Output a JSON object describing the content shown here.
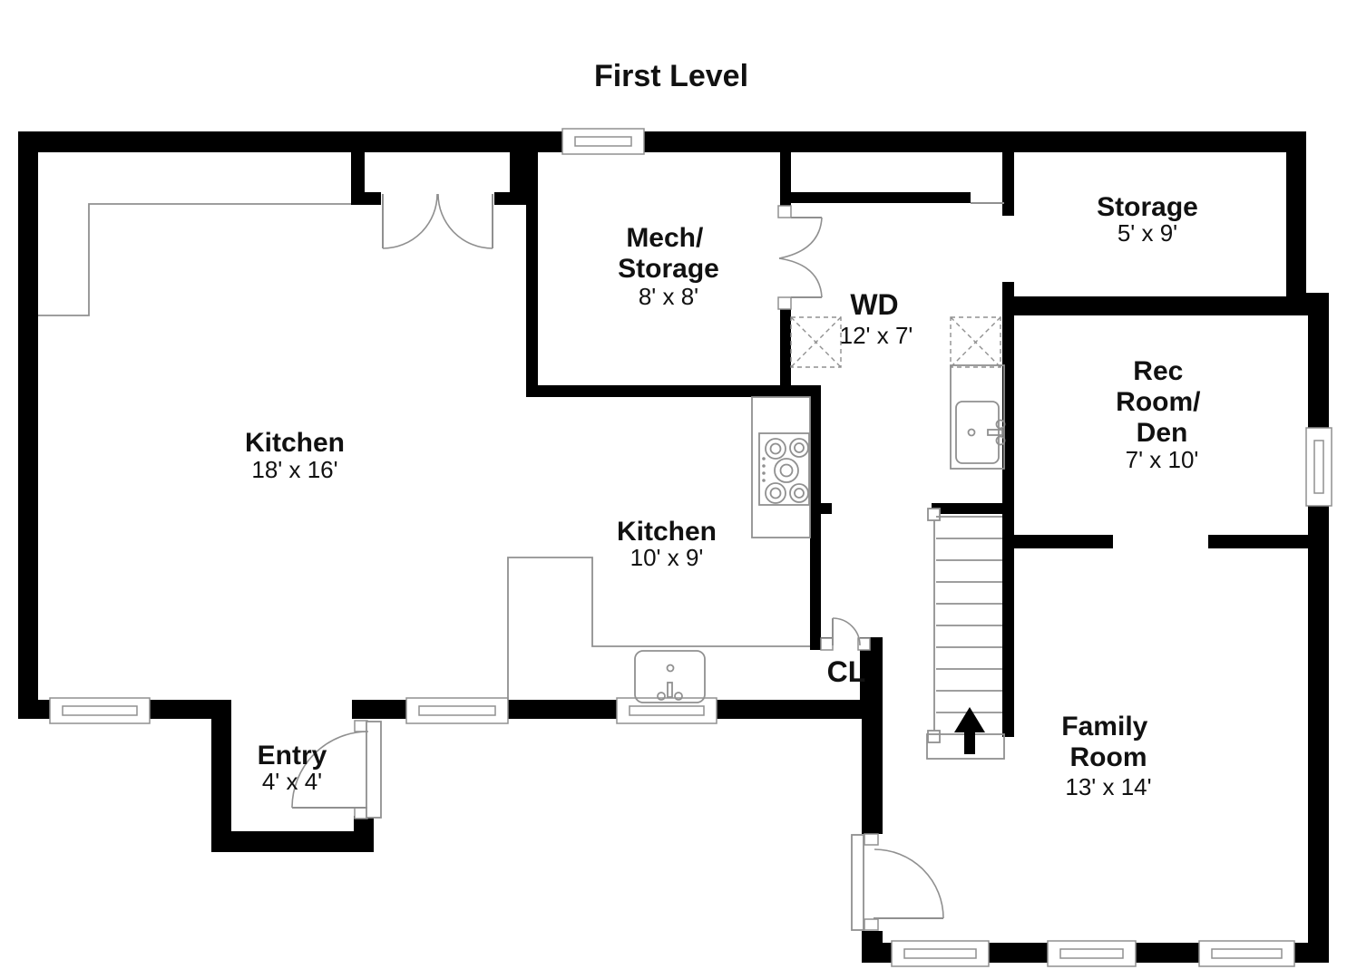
{
  "title": "First Level",
  "colors": {
    "background": "#ffffff",
    "wall": "#000000",
    "fixture_line": "#909090",
    "text": "#111111"
  },
  "rooms": {
    "kitchen_main": {
      "name": "Kitchen",
      "dims": "18' x 16'"
    },
    "mech_storage": {
      "line1": "Mech/",
      "line2": "Storage",
      "dims": "8' x 8'"
    },
    "storage": {
      "name": "Storage",
      "dims": "5' x 9'"
    },
    "laundry": {
      "name": "WD",
      "dims": "12' x 7'"
    },
    "rec_room": {
      "line1": "Rec",
      "line2": "Room/",
      "line3": "Den",
      "dims": "7' x 10'"
    },
    "kitchen_small": {
      "name": "Kitchen",
      "dims": "10' x 9'"
    },
    "closet": {
      "name": "CL"
    },
    "entry": {
      "name": "Entry",
      "dims": "4' x 4'"
    },
    "family_room": {
      "line1": "Family",
      "line2": "Room",
      "dims": "13' x 14'"
    }
  },
  "fixtures": {
    "stairs_direction": "up",
    "washer_dryer_count": 2,
    "stove_burners": 5,
    "sinks": 2
  }
}
